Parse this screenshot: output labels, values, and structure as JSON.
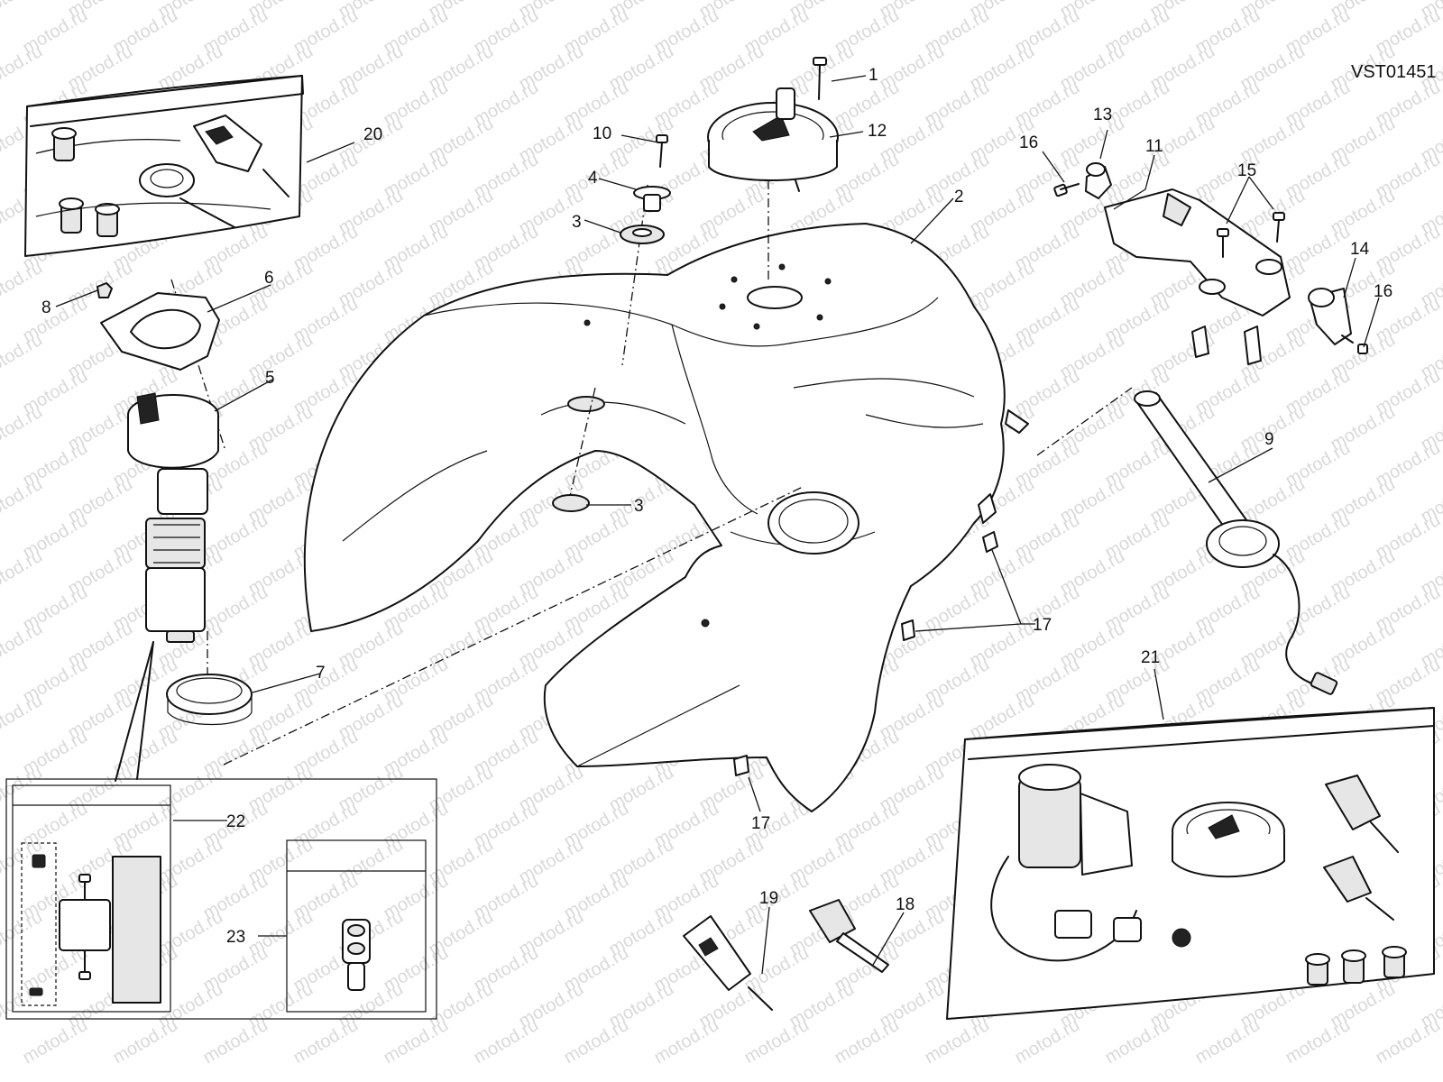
{
  "drawing_code": "VST01451",
  "watermark_text": "motod.ru",
  "callouts": {
    "c1": "1",
    "c2": "2",
    "c3a": "3",
    "c3b": "3",
    "c4": "4",
    "c5": "5",
    "c6": "6",
    "c7": "7",
    "c8": "8",
    "c9": "9",
    "c10": "10",
    "c11": "11",
    "c12": "12",
    "c13": "13",
    "c14": "14",
    "c15": "15",
    "c16a": "16",
    "c16b": "16",
    "c17a": "17",
    "c17b": "17",
    "c18": "18",
    "c19": "19",
    "c20": "20",
    "c21": "21",
    "c22": "22",
    "c23": "23"
  }
}
